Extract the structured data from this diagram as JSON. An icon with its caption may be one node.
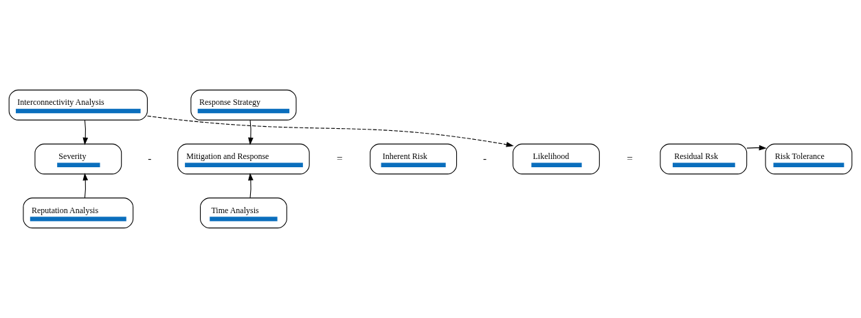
{
  "diagram": {
    "nodes": [
      {
        "text": [
          "Interconnectivity Analysis"
        ]
      },
      {
        "text": [
          "Response Strategy"
        ]
      },
      {
        "text": [
          "Severity"
        ]
      },
      {
        "text": [
          "Mitigation and Response"
        ]
      },
      {
        "text": [
          "Inherent Risk"
        ]
      },
      {
        "text": [
          "Likelihood"
        ]
      },
      {
        "text": [
          "Residual Rsk"
        ]
      },
      {
        "text": [
          "Risk Tolerance"
        ]
      },
      {
        "text": [
          "Reputation Analysis"
        ]
      },
      {
        "text": [
          "Time Analysis"
        ]
      }
    ],
    "edges": [
      {
        "from": 0,
        "to": 2,
        "arrow": "to"
      },
      {
        "from": 1,
        "to": 3,
        "arrow": "to"
      },
      {
        "from": 0,
        "to": 5,
        "arrow": "to",
        "style": "dashed"
      },
      {
        "from": 8,
        "to": 2,
        "arrow": "to"
      },
      {
        "from": 9,
        "to": 3,
        "arrow": "to"
      },
      {
        "from": 6,
        "to": 7,
        "arrow": "to"
      }
    ],
    "labels": [
      "-",
      "=",
      "-",
      "="
    ]
  }
}
